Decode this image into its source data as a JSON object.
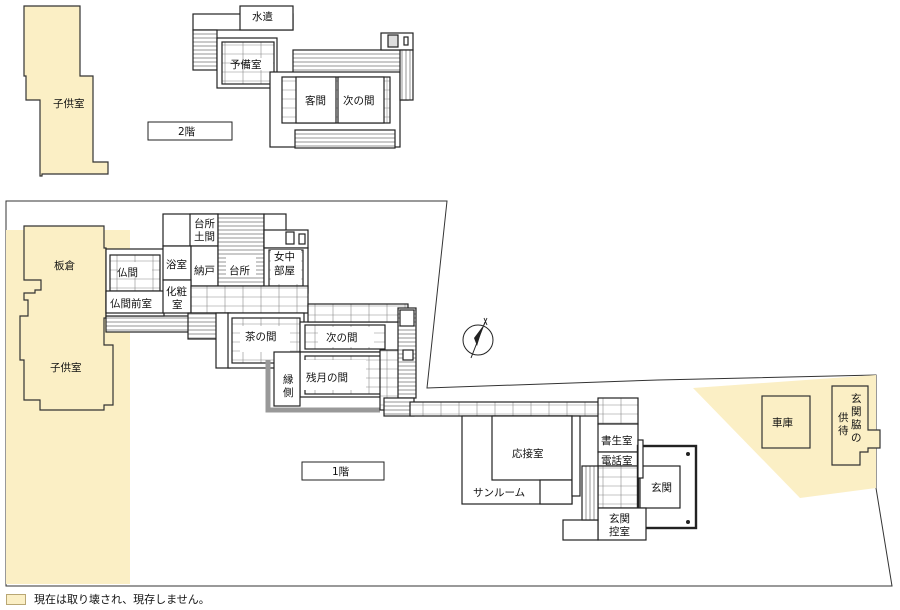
{
  "floors": {
    "second": "2階",
    "first": "1階"
  },
  "rooms": {
    "kodomo_2f": "子供室",
    "mizuya": "水遣",
    "yobi": "予備室",
    "kyakuma": "客間",
    "tsugi_2f": "次の間",
    "itakura": "板倉",
    "kodomo_1f": "子供室",
    "butsuma": "仏間",
    "butsuma_mae": "仏間前室",
    "daidokoro_doma_1": "台所",
    "daidokoro_doma_2": "土間",
    "yokushitsu": "浴室",
    "nando": "納戸",
    "daidokoro": "台所",
    "jochu_1": "女中",
    "jochu_2": "部屋",
    "kesho_1": "化粧",
    "kesho_2": "室",
    "chanoma": "茶の間",
    "tsugi_1f": "次の間",
    "zangetsu": "残月の間",
    "engawa_1": "縁",
    "engawa_2": "側",
    "osetsu": "応接室",
    "sunroom": "サンルーム",
    "shosei": "書生室",
    "denwa": "電話室",
    "genkan": "玄関",
    "genkan_hikae_1": "玄関",
    "genkan_hikae_2": "控室",
    "shako": "車庫",
    "tomomachi_1": "玄",
    "tomomachi_2": "関",
    "tomomachi_3": "脇",
    "tomomachi_4": "の",
    "tomomachi_5": "供",
    "tomomachi_6": "待"
  },
  "legend": {
    "text": "現在は取り壊され、現存しません。",
    "swatch_color": "#fbefc5"
  },
  "colors": {
    "demolished": "#fbefc5",
    "wall": "#222222",
    "corridor": "#bfbfbf"
  },
  "icons": {
    "north": "north-arrow-icon"
  }
}
